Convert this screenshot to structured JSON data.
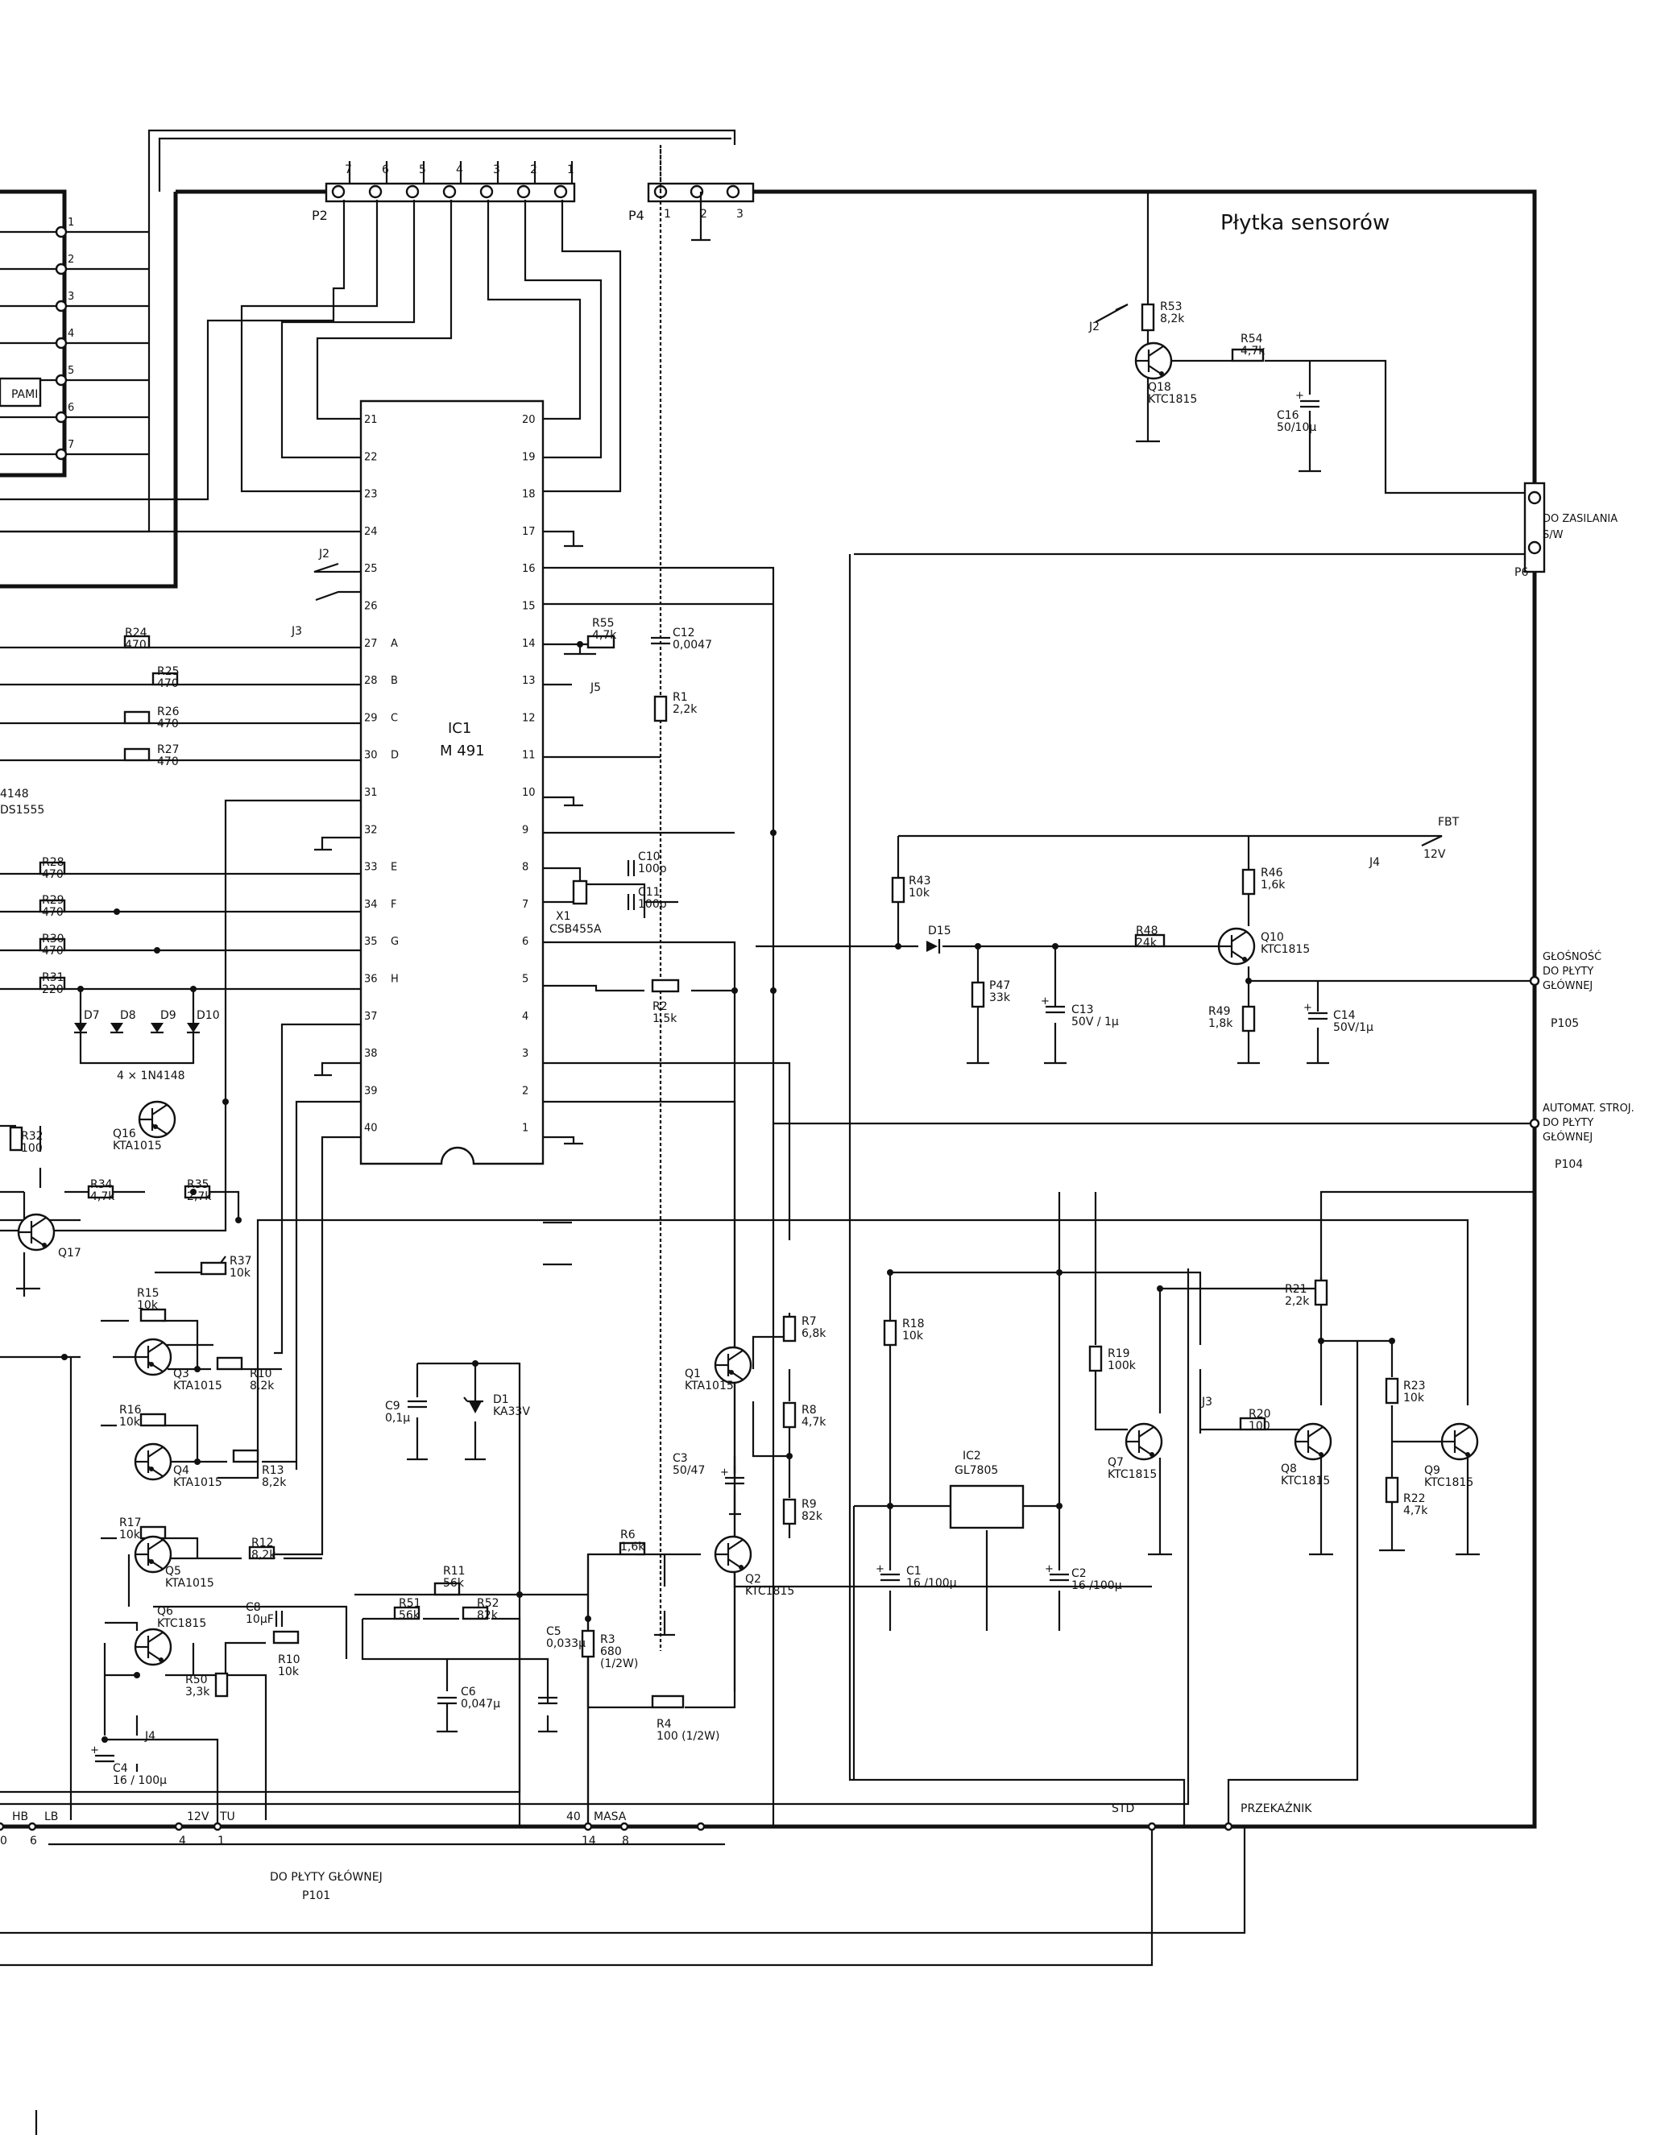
{
  "board_title": "Płytka sensorów",
  "ic1": {
    "ref": "IC1",
    "part": "M 491"
  },
  "ic1_left_pins": [
    "21",
    "22",
    "23",
    "24",
    "25",
    "26",
    "27",
    "28",
    "29",
    "30",
    "31",
    "32",
    "33",
    "34",
    "35",
    "36",
    "37",
    "38",
    "39",
    "40"
  ],
  "ic1_right_pins": [
    "20",
    "19",
    "18",
    "17",
    "16",
    "15",
    "14",
    "13",
    "12",
    "11",
    "10",
    "9",
    "8",
    "7",
    "6",
    "5",
    "4",
    "3",
    "2",
    "1"
  ],
  "ic1_pin_letters": [
    "A",
    "B",
    "C",
    "D",
    "E",
    "F",
    "G",
    "H"
  ],
  "connector_p2": {
    "ref": "P2",
    "pins": [
      "7",
      "6",
      "5",
      "4",
      "3",
      "2",
      "1"
    ]
  },
  "connector_p4": {
    "ref": "P4",
    "pins": [
      "1",
      "2",
      "3"
    ]
  },
  "connector_p6": {
    "ref": "P6",
    "label_1": "DO ZASILANIA",
    "label_2": "S/W"
  },
  "left_connector_pins": [
    "1",
    "2",
    "3",
    "4",
    "5",
    "6",
    "7"
  ],
  "pamii_label": "PAMI",
  "outputs": {
    "p105_1": "GŁOŚNOŚĆ",
    "p105_2": "DO PŁYTY",
    "p105_3": "GŁÓWNEJ",
    "p105_ref": "P105",
    "p104_1": "AUTOMAT. STROJ.",
    "p104_2": "DO PŁYTY",
    "p104_3": "GŁÓWNEJ",
    "p104_ref": "P104"
  },
  "bottom_bus": {
    "labels": [
      "HB",
      "LB",
      "12V",
      "TU",
      "40",
      "MASA",
      "STD",
      "PRZEKAŹNIK"
    ],
    "numbers": [
      "0",
      "6",
      "4",
      "1",
      "14",
      "8"
    ],
    "caption_1": "DO PŁYTY GŁÓWNEJ",
    "caption_2": "P101"
  },
  "resistors": {
    "r53": [
      "R53",
      "8,2k"
    ],
    "r54": [
      "R54",
      "4,7k"
    ],
    "r55": [
      "R55",
      "4,7k"
    ],
    "r1": [
      "R1",
      "2,2k"
    ],
    "r24": [
      "R24",
      "470"
    ],
    "r25": [
      "R25",
      "470"
    ],
    "r26": [
      "R26",
      "470"
    ],
    "r27": [
      "R27",
      "470"
    ],
    "r28": [
      "R28",
      "470"
    ],
    "r29": [
      "R29",
      "470"
    ],
    "r30": [
      "R30",
      "470"
    ],
    "r31": [
      "R31",
      "220"
    ],
    "r32": [
      "R32",
      "100"
    ],
    "r34": [
      "R34",
      "4,7k"
    ],
    "r35": [
      "R35",
      "2,7k"
    ],
    "r37": [
      "R37",
      "10k"
    ],
    "r15": [
      "R15",
      "10k"
    ],
    "r16": [
      "R16",
      "10k"
    ],
    "r17": [
      "R17",
      "10k"
    ],
    "r10a": [
      "R10",
      "8,2k"
    ],
    "r13": [
      "R13",
      "8,2k"
    ],
    "r12": [
      "R12",
      "8,2k"
    ],
    "r10b": [
      "R10",
      "10k"
    ],
    "r50": [
      "R50",
      "3,3k"
    ],
    "r51": [
      "R51",
      "56k"
    ],
    "r52": [
      "R52",
      "82k"
    ],
    "r11": [
      "R11",
      "56k"
    ],
    "r6": [
      "R6",
      "1,6k"
    ],
    "r3": [
      "R3",
      "680",
      "(1/2W)"
    ],
    "r4": [
      "R4",
      "100  (1/2W)"
    ],
    "r2": [
      "R2",
      "1,5k"
    ],
    "r7": [
      "R7",
      "6,8k"
    ],
    "r8": [
      "R8",
      "4,7k"
    ],
    "r9": [
      "R9",
      "82k"
    ],
    "r18": [
      "R18",
      "10k"
    ],
    "r19": [
      "R19",
      "100k"
    ],
    "r20": [
      "R20",
      "100"
    ],
    "r21": [
      "R21",
      "2,2k"
    ],
    "r23": [
      "R23",
      "10k"
    ],
    "r22": [
      "R22",
      "4,7k"
    ],
    "r43": [
      "R43",
      "10k"
    ],
    "r46": [
      "R46",
      "1,6k"
    ],
    "r47": [
      "P47",
      "33k"
    ],
    "r48": [
      "R48",
      "24k"
    ],
    "r49": [
      "R49",
      "1,8k"
    ]
  },
  "capacitors": {
    "c16": [
      "C16",
      "50/10μ"
    ],
    "c12": [
      "C12",
      "0,0047"
    ],
    "c10": [
      "C10",
      "100p"
    ],
    "c11": [
      "C11",
      "100p"
    ],
    "c9": [
      "C9",
      "0,1μ"
    ],
    "c3": [
      "C3",
      "50/47"
    ],
    "c5": [
      "C5",
      "0,033μ"
    ],
    "c6": [
      "C6",
      "0,047μ"
    ],
    "c8": [
      "C8",
      "10μF"
    ],
    "c4": [
      "C4",
      "16 / 100μ"
    ],
    "c1": [
      "C1",
      "16 /100μ"
    ],
    "c2": [
      "C2",
      "16 /100μ"
    ],
    "c13": [
      "C13",
      "50V / 1μ"
    ],
    "c14": [
      "C14",
      "50V/1μ"
    ]
  },
  "transistors": {
    "q18": [
      "Q18",
      "KTC1815"
    ],
    "q10": [
      "Q10",
      "KTC1815"
    ],
    "q16": [
      "Q16",
      "KTA1015"
    ],
    "q17": [
      "Q17",
      ""
    ],
    "q3": [
      "Q3",
      "KTA1015"
    ],
    "q4": [
      "Q4",
      "KTA1015"
    ],
    "q5": [
      "Q5",
      "KTA1015"
    ],
    "q6": [
      "Q6",
      "KTC1815"
    ],
    "q1": [
      "Q1",
      "KTA1015"
    ],
    "q2": [
      "Q2",
      "KTC1815"
    ],
    "q7": [
      "Q7",
      "KTC1815"
    ],
    "q8": [
      "Q8",
      "KTC1815"
    ],
    "q9": [
      "Q9",
      "KTC1815"
    ]
  },
  "diodes": {
    "d1": [
      "D1",
      "KA33V"
    ],
    "d15": [
      "D15"
    ],
    "diode_array": [
      "D7",
      "D8",
      "D9",
      "D10",
      "4 × 1N4148"
    ],
    "left_partial_1": "4148",
    "left_partial_2": "DS1555"
  },
  "misc": {
    "x1": [
      "X1",
      "CSB455A"
    ],
    "ic2": [
      "IC2",
      "GL7805"
    ],
    "fbt": "FBT",
    "v12": "12V",
    "j2": "J2",
    "j3": "J3",
    "j4": "J4",
    "j5": "J5"
  }
}
